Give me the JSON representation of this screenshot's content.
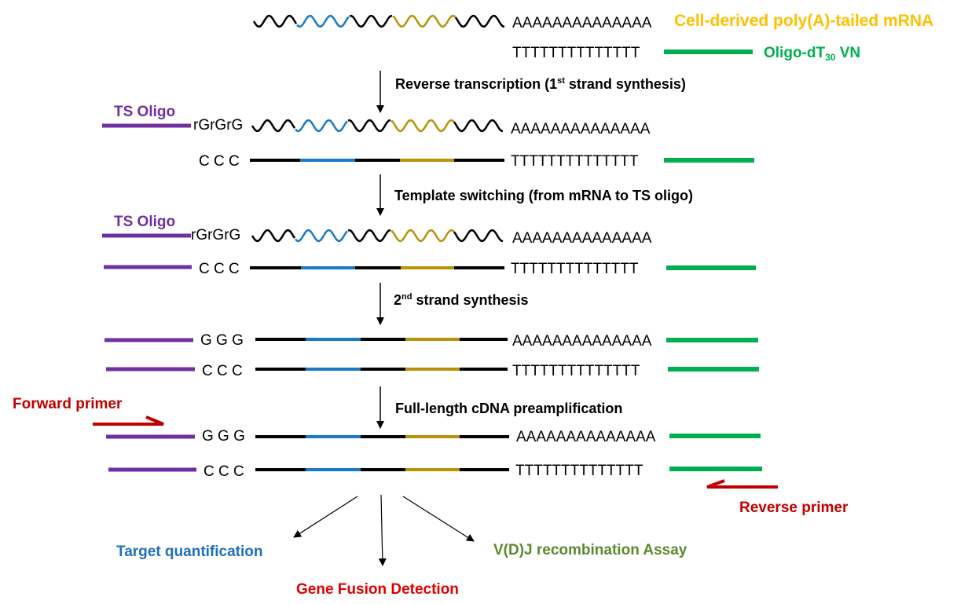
{
  "colors": {
    "black": "#000000",
    "blue": "#1b7ac4",
    "gold": "#b8930a",
    "purple": "#7030a0",
    "green": "#00b050",
    "red": "#c00000",
    "title_yellow": "#ffc000",
    "assay_green": "#5a8a2e",
    "quant_blue": "#1f6fc0",
    "fusion_red": "#e00000"
  },
  "labels": {
    "title": "Cell-derived poly(A)-tailed mRNA",
    "oligo_dt_prefix": "Oligo-dT",
    "oligo_dt_sub": "30",
    "oligo_dt_suffix": " VN",
    "ts_oligo": "TS Oligo",
    "forward_primer": "Forward primer",
    "reverse_primer": "Reverse primer"
  },
  "sequences": {
    "polyA": "AAAAAAAAAAAAAA",
    "polyT": "TTTTTTTTTTTTTT",
    "rgrgrg": "rGrGrG",
    "ccc": "C C C",
    "ggg": "G G G"
  },
  "steps": {
    "s1_prefix": "Reverse transcription (1",
    "s1_sup": "st",
    "s1_suffix": " strand synthesis)",
    "s2": "Template switching (from mRNA to TS oligo)",
    "s3_prefix": "2",
    "s3_sup": "nd",
    "s3_suffix": " strand synthesis",
    "s4": "Full-length cDNA preamplification"
  },
  "applications": {
    "target_quantification": "Target quantification",
    "gene_fusion_detection": "Gene Fusion Detection",
    "vdj_assay": "V(D)J recombination Assay"
  }
}
